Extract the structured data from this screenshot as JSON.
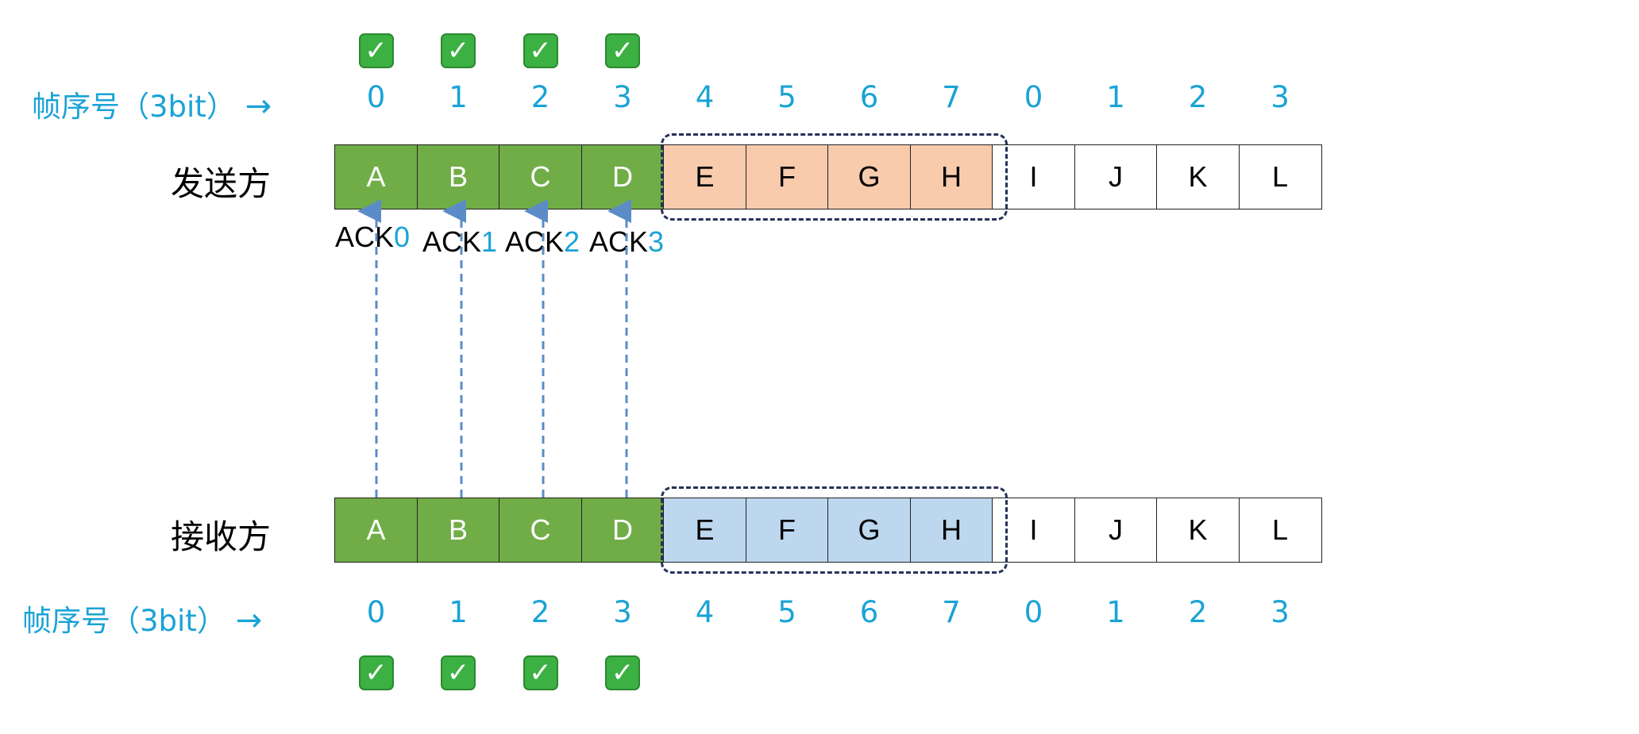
{
  "seq_label": "帧序号（3bit）",
  "arrow": "→",
  "check": "✓",
  "sender_label": "发送方",
  "receiver_label": "接收方",
  "seq_numbers": [
    "0",
    "1",
    "2",
    "3",
    "4",
    "5",
    "6",
    "7",
    "0",
    "1",
    "2",
    "3"
  ],
  "frames": [
    "A",
    "B",
    "C",
    "D",
    "E",
    "F",
    "G",
    "H",
    "I",
    "J",
    "K",
    "L"
  ],
  "acked_count": 4,
  "window_size": 4,
  "ack_prefix": "ACK",
  "acks": [
    "0",
    "1",
    "2",
    "3"
  ],
  "colors": {
    "done": "#70ad47",
    "sender_window": "#f8cbad",
    "receiver_window": "#bdd7ee",
    "accent": "#1aa3d6",
    "dashed": "#26325a",
    "ack_line": "#5b8cc8"
  }
}
